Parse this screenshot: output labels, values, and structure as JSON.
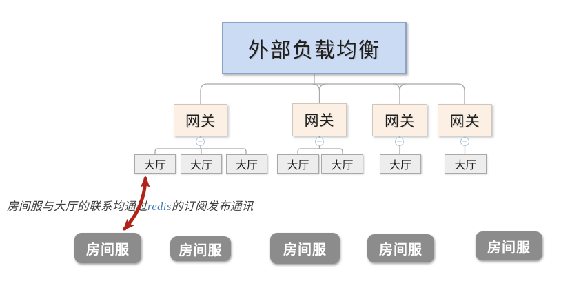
{
  "diagram": {
    "root": {
      "label": "外部负载均衡"
    },
    "gateways": [
      {
        "label": "网关",
        "halls": [
          {
            "label": "大厅"
          },
          {
            "label": "大厅"
          },
          {
            "label": "大厅"
          }
        ]
      },
      {
        "label": "网关",
        "halls": [
          {
            "label": "大厅"
          },
          {
            "label": "大厅"
          }
        ]
      },
      {
        "label": "网关",
        "halls": [
          {
            "label": "大厅"
          }
        ]
      },
      {
        "label": "网关",
        "halls": [
          {
            "label": "大厅"
          }
        ]
      }
    ],
    "room_servers": [
      {
        "label": "房间服"
      },
      {
        "label": "房间服"
      },
      {
        "label": "房间服"
      },
      {
        "label": "房间服"
      },
      {
        "label": "房间服"
      }
    ],
    "annotation": {
      "text_before": "房间服与大厅的联系均通过",
      "keyword": "redis",
      "text_after": "的订阅发布通讯"
    },
    "icons": {
      "collapse": "−"
    },
    "colors": {
      "root_fill": "#CBDBF3",
      "root_border": "#8FA3C4",
      "gateway_fill": "#FCF0E4",
      "gateway_border": "#D0C6BA",
      "hall_fill": "#EDEDED",
      "hall_border": "#A9A9A9",
      "room_fill": "#8C8C8C",
      "room_text": "#FFFFFF",
      "connector": "#A8A8A8",
      "arrow": "#B02318",
      "keyword_blue": "#4577B6",
      "annotation_ink": "#3D3D3D"
    }
  }
}
